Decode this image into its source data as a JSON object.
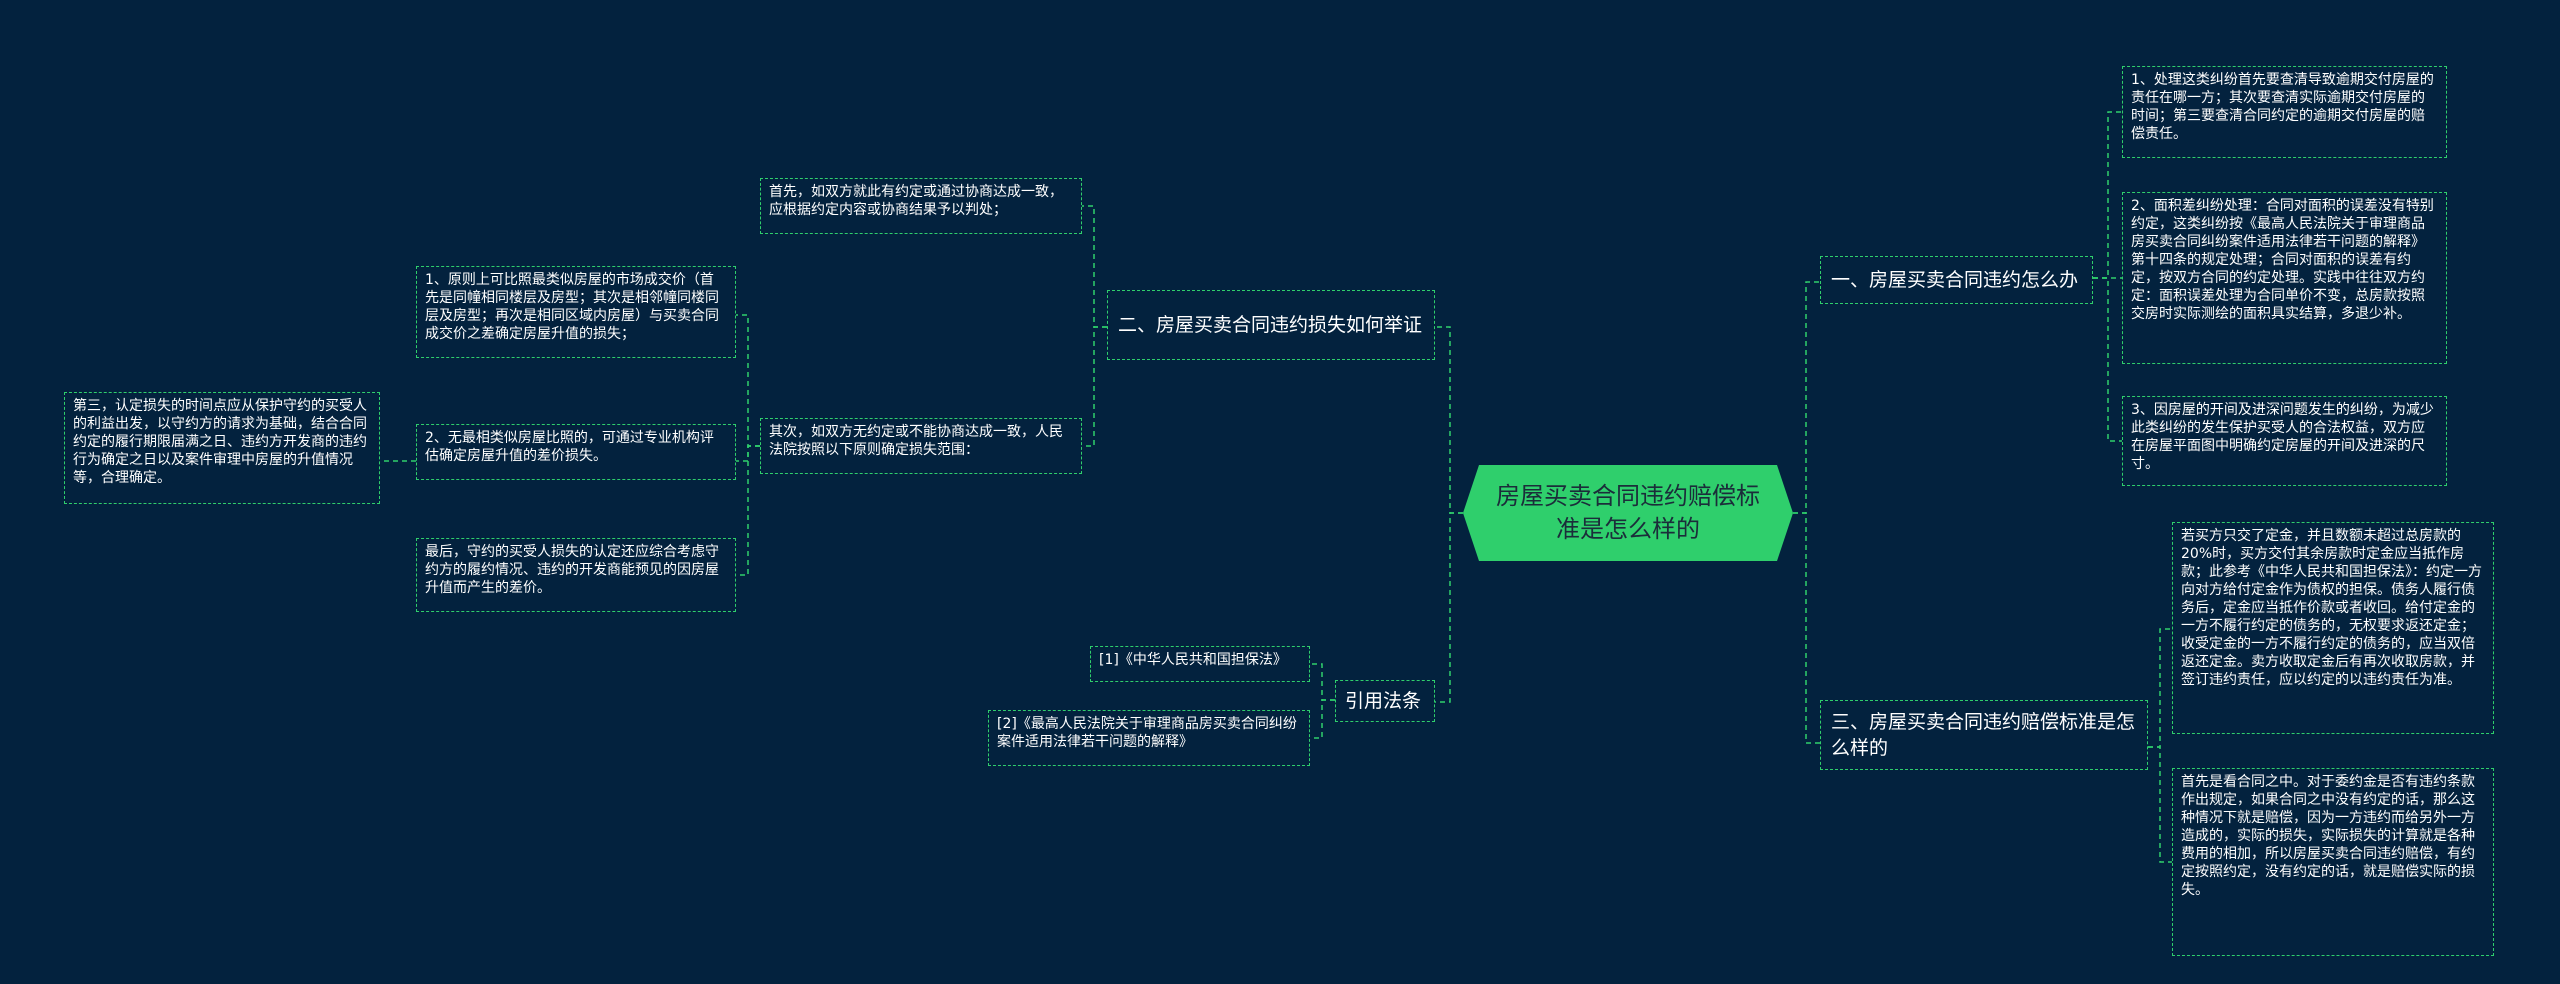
{
  "root": "房屋买卖合同违约赔偿标准是怎么样的",
  "branches": {
    "b1": {
      "title": "一、房屋买卖合同违约怎么办",
      "items": [
        "1、处理这类纠纷首先要查清导致逾期交付房屋的责任在哪一方；其次要查清实际逾期交付房屋的时间；第三要查清合同约定的逾期交付房屋的赔偿责任。",
        "2、面积差纠纷处理：合同对面积的误差没有特别约定，这类纠纷按《最高人民法院关于审理商品房买卖合同纠纷案件适用法律若干问题的解释》第十四条的规定处理；合同对面积的误差有约定，按双方合同的约定处理。实践中往往双方约定：面积误差处理为合同单价不变，总房款按照交房时实际测绘的面积具实结算，多退少补。",
        "3、因房屋的开间及进深问题发生的纠纷，为减少此类纠纷的发生保护买受人的合法权益，双方应在房屋平面图中明确约定房屋的开间及进深的尺寸。"
      ]
    },
    "b2": {
      "title": "二、房屋买卖合同违约损失如何举证",
      "first": "首先，如双方就此有约定或通过协商达成一致，应根据约定内容或协商结果予以判处；",
      "second": "其次，如双方无约定或不能协商达成一致，人民法院按照以下原则确定损失范围：",
      "sub": [
        "1、原则上可比照最类似房屋的市场成交价（首先是同幢相同楼层及房型；其次是相邻幢同楼同层及房型；再次是相同区域内房屋）与买卖合同成交价之差确定房屋升值的损失；",
        "2、无最相类似房屋比照的，可通过专业机构评估确定房屋升值的差价损失。",
        "最后，守约的买受人损失的认定还应综合考虑守约方的履约情况、违约的开发商能预见的因房屋升值而产生的差价。"
      ],
      "third": "第三，认定损失的时间点应从保护守约的买受人的利益出发，以守约方的请求为基础，结合合同约定的履行期限届满之日、违约方开发商的违约行为确定之日以及案件审理中房屋的升值情况等，合理确定。"
    },
    "b3": {
      "title": "三、房屋买卖合同违约赔偿标准是怎么样的",
      "items": [
        "若买方只交了定金，并且数额未超过总房款的20%时，买方交付其余房款时定金应当抵作房款；此参考《中华人民共和国担保法》：约定一方向对方给付定金作为债权的担保。债务人履行债务后，定金应当抵作价款或者收回。给付定金的一方不履行约定的债务的，无权要求返还定金；收受定金的一方不履行约定的债务的，应当双倍返还定金。卖方收取定金后有再次收取房款，并签订违约责任，应以约定的以违约责任为准。",
        "首先是看合同之中。对于委约金是否有违约条款作出规定，如果合同之中没有约定的话，那么这种情况下就是赔偿，因为一方违约而给另外一方造成的，实际的损失，实际损失的计算就是各种费用的相加，所以房屋买卖合同违约赔偿，有约定按照约定，没有约定的话，就是赔偿实际的损失。"
      ]
    },
    "b4": {
      "title": "引用法条",
      "items": [
        "[1]《中华人民共和国担保法》",
        "[2]《最高人民法院关于审理商品房买卖合同纠纷案件适用法律若干问题的解释》"
      ]
    }
  }
}
